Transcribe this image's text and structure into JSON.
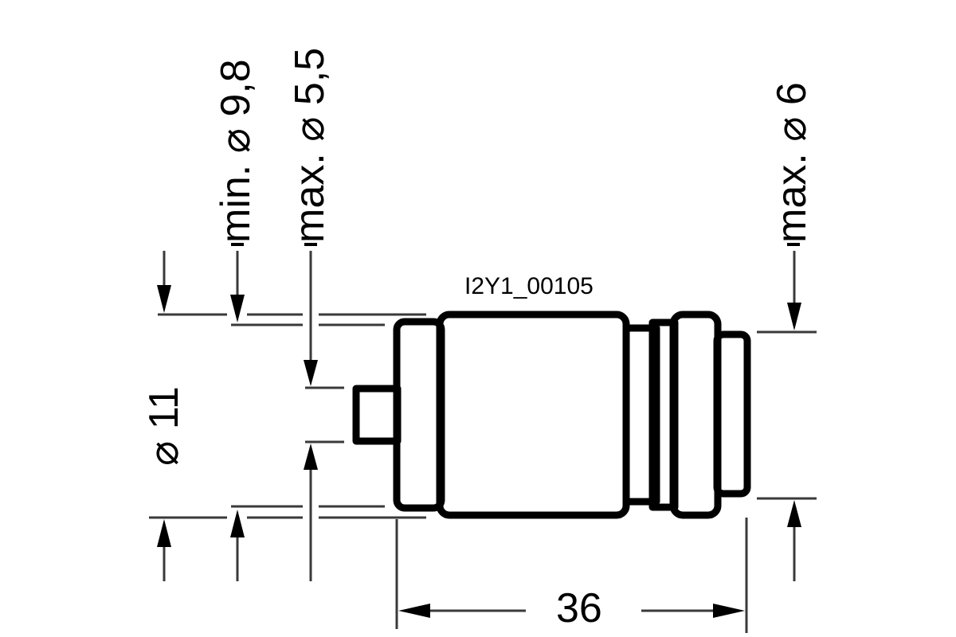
{
  "drawing": {
    "part_code": "I2Y1_00105",
    "colors": {
      "line": "#000000",
      "dim_line": "#3a3a3a",
      "background": "#ffffff"
    },
    "dimensions": {
      "overall_diameter": "⌀ 11",
      "min_diameter": "min. ⌀ 9,8",
      "max_pin_diameter": "max. ⌀ 5,5",
      "max_end_diameter": "max. ⌀ 6",
      "overall_length": "36"
    }
  }
}
